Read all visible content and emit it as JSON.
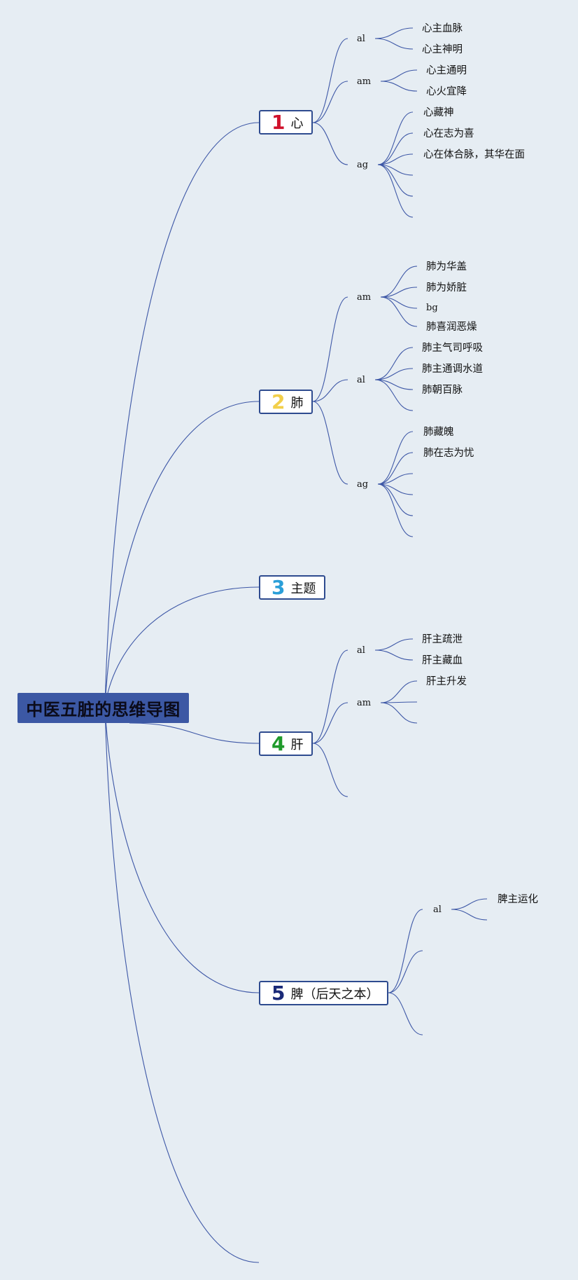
{
  "root": {
    "label": "中医五脏的思维导图"
  },
  "colors": {
    "line": "#3d57a6",
    "root_bg": "#3c58a4",
    "topic_border": "#2e4b8f",
    "background": "#e6edf3"
  },
  "topics": [
    {
      "num": "1",
      "label": "心",
      "color": "#d0112b"
    },
    {
      "num": "2",
      "label": "肺",
      "color": "#f2cf4a"
    },
    {
      "num": "3",
      "label": "主题",
      "color": "#2b9fd8"
    },
    {
      "num": "4",
      "label": "肝",
      "color": "#1f9a2b"
    },
    {
      "num": "5",
      "label": "脾（后天之本）",
      "color": "#1a2a78"
    }
  ],
  "subs": {
    "heart_al": "al",
    "heart_am": "am",
    "heart_ag": "ag",
    "lung_am": "am",
    "lung_al": "al",
    "lung_ag": "ag",
    "liver_al": "al",
    "liver_am": "am",
    "spleen_al": "al",
    "lung_bg": "bg"
  },
  "leaves": {
    "heart_al": [
      "心主血脉",
      "心主神明"
    ],
    "heart_am": [
      "心主通明",
      "心火宜降"
    ],
    "heart_ag": [
      "心藏神",
      "心在志为喜",
      "心在体合脉，其华在面"
    ],
    "lung_am": [
      "肺为华盖",
      "肺为娇脏",
      "肺喜润恶燥"
    ],
    "lung_al": [
      "肺主气司呼吸",
      "肺主通调水道",
      "肺朝百脉"
    ],
    "lung_ag": [
      "肺藏魄",
      "肺在志为忧"
    ],
    "liver_al": [
      "肝主疏泄",
      "肝主藏血"
    ],
    "liver_am": [
      "肝主升发"
    ],
    "spleen_al": [
      "脾主运化"
    ]
  }
}
